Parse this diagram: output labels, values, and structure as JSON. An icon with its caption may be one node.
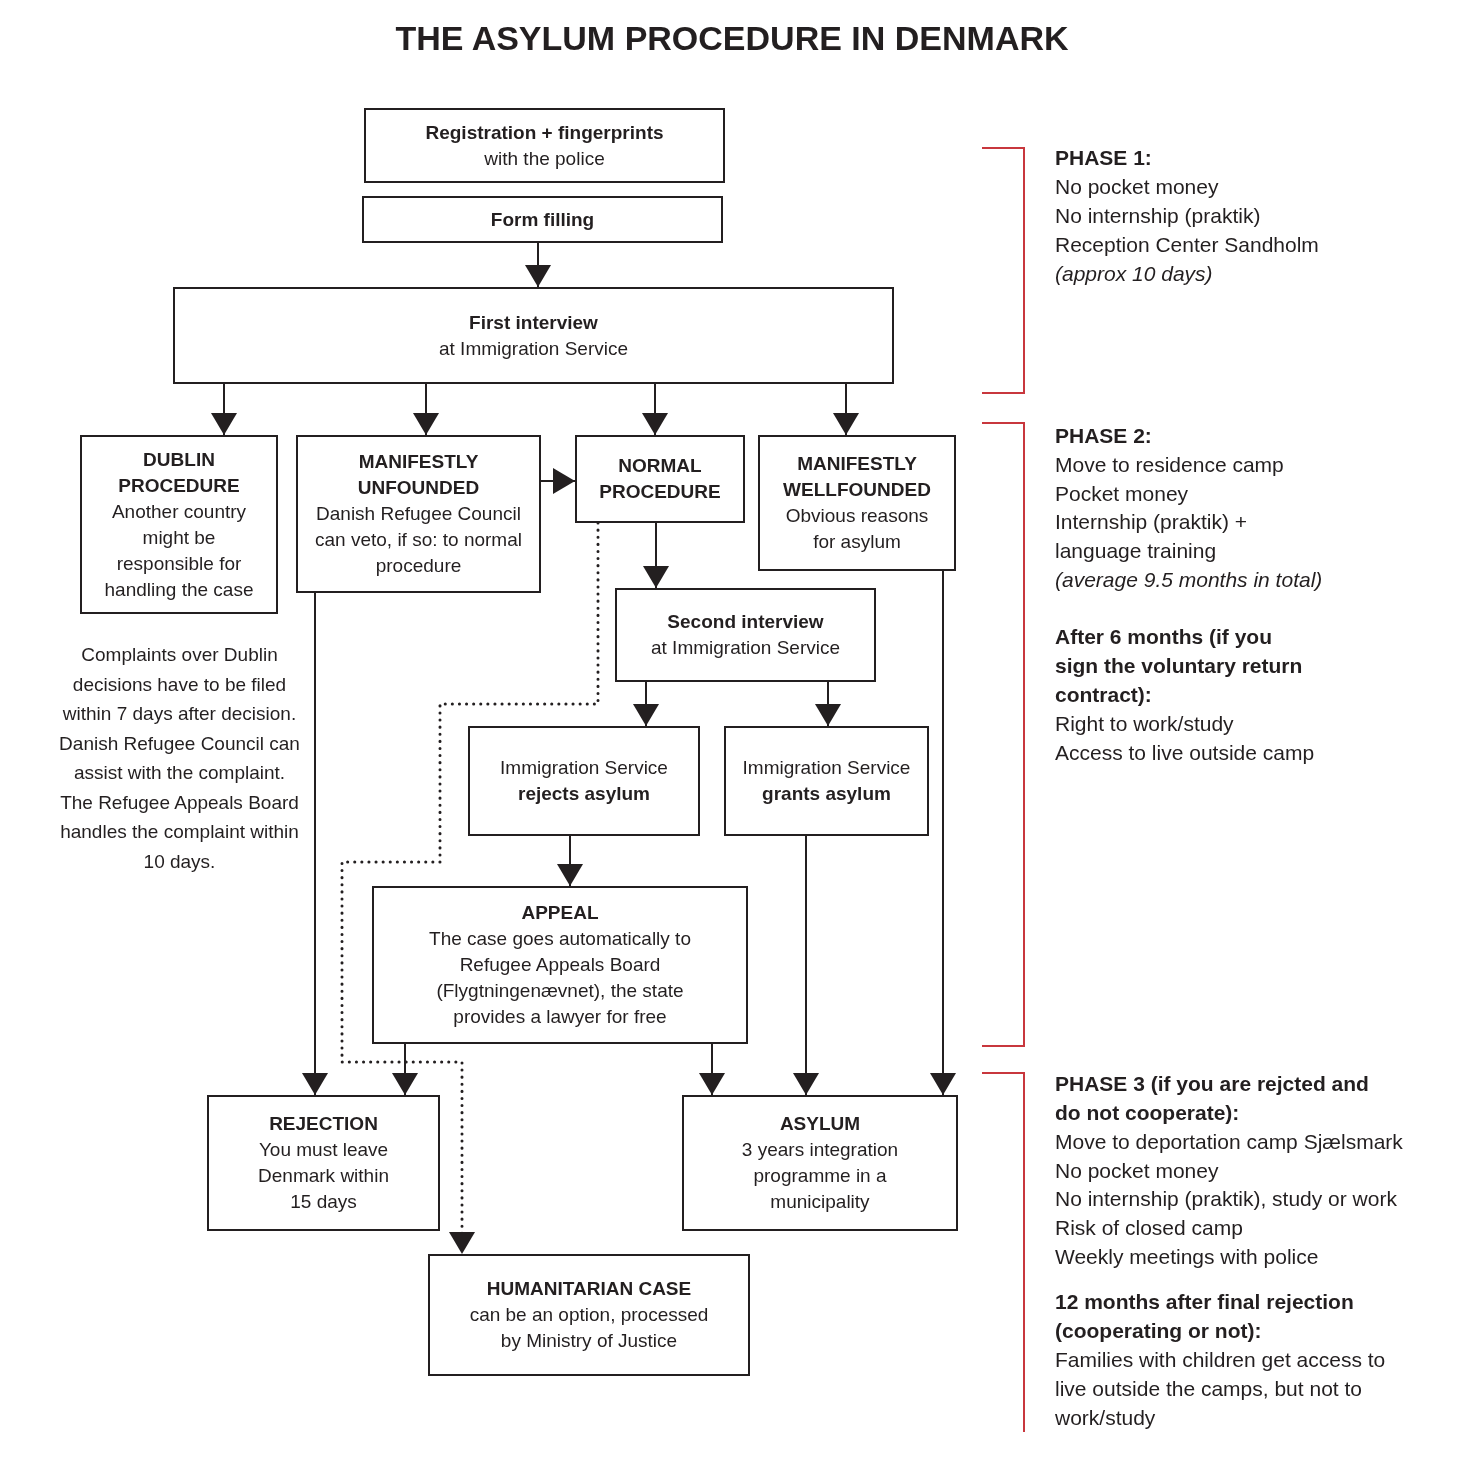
{
  "diagram": {
    "title": "THE ASYLUM PROCEDURE IN DENMARK",
    "nodes": [
      {
        "text": [
          "Registration + fingerprints",
          "with the police"
        ]
      },
      {
        "text": [
          "Form filling"
        ]
      },
      {
        "text": [
          "First interview",
          "at Immigration Service"
        ]
      },
      {
        "text": [
          "DUBLIN PROCEDURE",
          "Another country might be responsible for handling the case"
        ],
        "beside": [
          "Complaints over Dublin decisions have to be filed within 7 days after decision. Danish Refugee Council can assist with the complaint. The Refugee Appeals Board handles the complaint within 10 days."
        ]
      },
      {
        "text": [
          "MANIFESTLY UNFOUNDED",
          "Danish Refugee Council can veto, if so: to normal procedure"
        ]
      },
      {
        "text": [
          "NORMAL PROCEDURE"
        ]
      },
      {
        "text": [
          "MANIFESTLY WELLFOUNDED",
          "Obvious reasons for asylum"
        ]
      },
      {
        "text": [
          "Second interview",
          "at Immigration Service"
        ]
      },
      {
        "text": [
          "Immigration Service **rejects asylum**"
        ]
      },
      {
        "text": [
          "Immigration Service **grants asylum**"
        ]
      },
      {
        "text": [
          "APPEAL",
          "The case goes automatically to Refugee Appeals Board (Flygtningenævnet), the state provides a lawyer for free"
        ]
      },
      {
        "text": [
          "REJECTION",
          "You must leave Denmark within 15 days"
        ]
      },
      {
        "text": [
          "ASYLUM",
          "3 years integration programme in a municipality"
        ]
      },
      {
        "text": [
          "HUMANITARIAN CASE",
          "can be an option, processed by Ministry of Justice"
        ]
      }
    ],
    "edges": [
      {
        "from": 1,
        "to": 2,
        "arrow": "to"
      },
      {
        "from": 2,
        "to": 3,
        "arrow": "to"
      },
      {
        "from": 2,
        "to": 4,
        "arrow": "to"
      },
      {
        "from": 2,
        "to": 5,
        "arrow": "to"
      },
      {
        "from": 2,
        "to": 6,
        "arrow": "to"
      },
      {
        "from": 4,
        "to": 5,
        "arrow": "to"
      },
      {
        "from": 5,
        "to": 7,
        "arrow": "to"
      },
      {
        "from": 5,
        "to": 13,
        "arrow": "to",
        "style": "dashed"
      },
      {
        "from": 4,
        "to": 11,
        "arrow": "to"
      },
      {
        "from": 6,
        "to": 12,
        "arrow": "to"
      },
      {
        "from": 7,
        "to": 8,
        "arrow": "to"
      },
      {
        "from": 7,
        "to": 9,
        "arrow": "to"
      },
      {
        "from": 8,
        "to": 10,
        "arrow": "to"
      },
      {
        "from": 9,
        "to": 12,
        "arrow": "to"
      },
      {
        "from": 10,
        "to": 11,
        "arrow": "to"
      },
      {
        "from": 10,
        "to": 12,
        "arrow": "to"
      }
    ],
    "labels": [
      "PHASE 1:",
      "No pocket money",
      "No internship (praktik)",
      "Reception Center Sandholm",
      "(approx 10 days)",
      "PHASE 2:",
      "Move to residence camp",
      "Pocket money",
      "Internship (praktik) + language training",
      "(average 9.5 months in total)",
      "After 6 months (if you sign the voluntary return contract):",
      "Right to work/study",
      "Access to live outside camp",
      "PHASE 3 (if you are rejcted and do not cooperate):",
      "Move to deportation camp Sjælsmark",
      "No pocket money",
      "No internship (praktik), study or work",
      "Risk of closed camp",
      "Weekly meetings with police",
      "12 months after final rejection (cooperating or not):",
      "Families with children get access to live outside the camps, but not to work/study"
    ]
  }
}
